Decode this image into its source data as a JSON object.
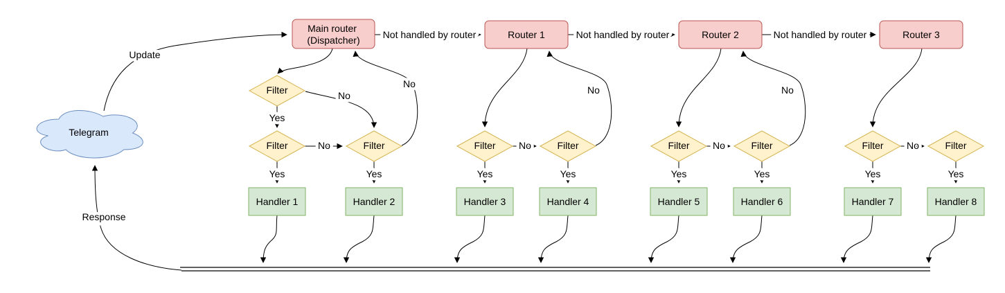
{
  "diagram": {
    "cloud": {
      "label": "Telegram"
    },
    "edge_labels": {
      "update": "Update",
      "response": "Response",
      "not_handled_1": "Not handled by router",
      "not_handled_2": "Not handled by router",
      "not_handled_3": "Not handled by router"
    },
    "decision_labels": {
      "yes": "Yes",
      "no": "No"
    },
    "routers": [
      {
        "line1": "Main router",
        "line2": "(Dispatcher)"
      },
      {
        "line1": "Router 1",
        "line2": ""
      },
      {
        "line1": "Router 2",
        "line2": ""
      },
      {
        "line1": "Router 3",
        "line2": ""
      }
    ],
    "filters": [
      {
        "label": "Filter"
      },
      {
        "label": "Filter"
      },
      {
        "label": "Filter"
      },
      {
        "label": "Filter"
      },
      {
        "label": "Filter"
      },
      {
        "label": "Filter"
      },
      {
        "label": "Filter"
      },
      {
        "label": "Filter"
      },
      {
        "label": "Filter"
      }
    ],
    "handlers": [
      {
        "label": "Handler 1"
      },
      {
        "label": "Handler 2"
      },
      {
        "label": "Handler 3"
      },
      {
        "label": "Handler 4"
      },
      {
        "label": "Handler 5"
      },
      {
        "label": "Handler 6"
      },
      {
        "label": "Handler 7"
      },
      {
        "label": "Handler 8"
      }
    ],
    "colors": {
      "router_fill": "#f8cecc",
      "router_stroke": "#b85450",
      "filter_fill": "#fff2cc",
      "filter_stroke": "#d6b656",
      "handler_fill": "#d5e8d4",
      "handler_stroke": "#82b366",
      "cloud_fill": "#dae8fc",
      "cloud_stroke": "#6c8ebf",
      "edge": "#000000",
      "background": "#ffffff"
    }
  }
}
